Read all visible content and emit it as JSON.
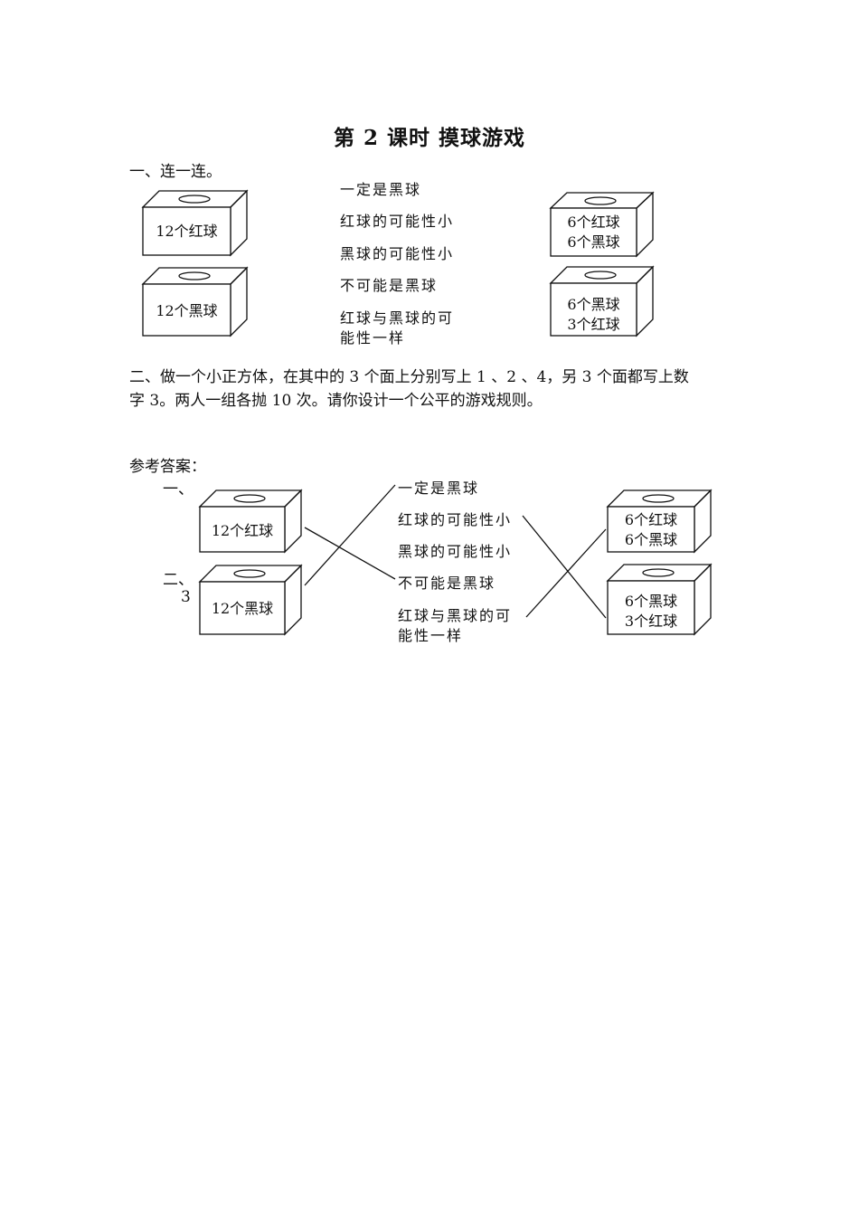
{
  "title": "第 2 课时  摸球游戏",
  "q1": {
    "heading": "一、连一连。",
    "boxes_left": [
      "12个红球",
      "12个黑球"
    ],
    "boxes_right": [
      [
        "6个红球",
        "6个黑球"
      ],
      [
        "6个黑球",
        "3个红球"
      ]
    ],
    "options": [
      "一定是黑球",
      "红球的可能性小",
      "黑球的可能性小",
      "不可能是黑球",
      "红球与黑球的可",
      "能性一样"
    ]
  },
  "q2": {
    "line1": "二、做一个小正方体，在其中的 3 个面上分别写上 1 、2 、4，另 3 个面都写上数",
    "line2": "字 3。两人一组各抛 10 次。请你设计一个公平的游戏规则。"
  },
  "answers": {
    "heading": "参考答案：",
    "part1_label": "一、",
    "part2_label": "二、",
    "part2_fragment": "3 ",
    "boxes_left": [
      "12个红球",
      "12个黑球"
    ],
    "boxes_right": [
      [
        "6个红球",
        "6个黑球"
      ],
      [
        "6个黑球",
        "3个红球"
      ]
    ],
    "options": [
      "一定是黑球",
      "红球的可能性小",
      "黑球的可能性小",
      "不可能是黑球",
      "红球与黑球的可",
      "能性一样"
    ]
  }
}
